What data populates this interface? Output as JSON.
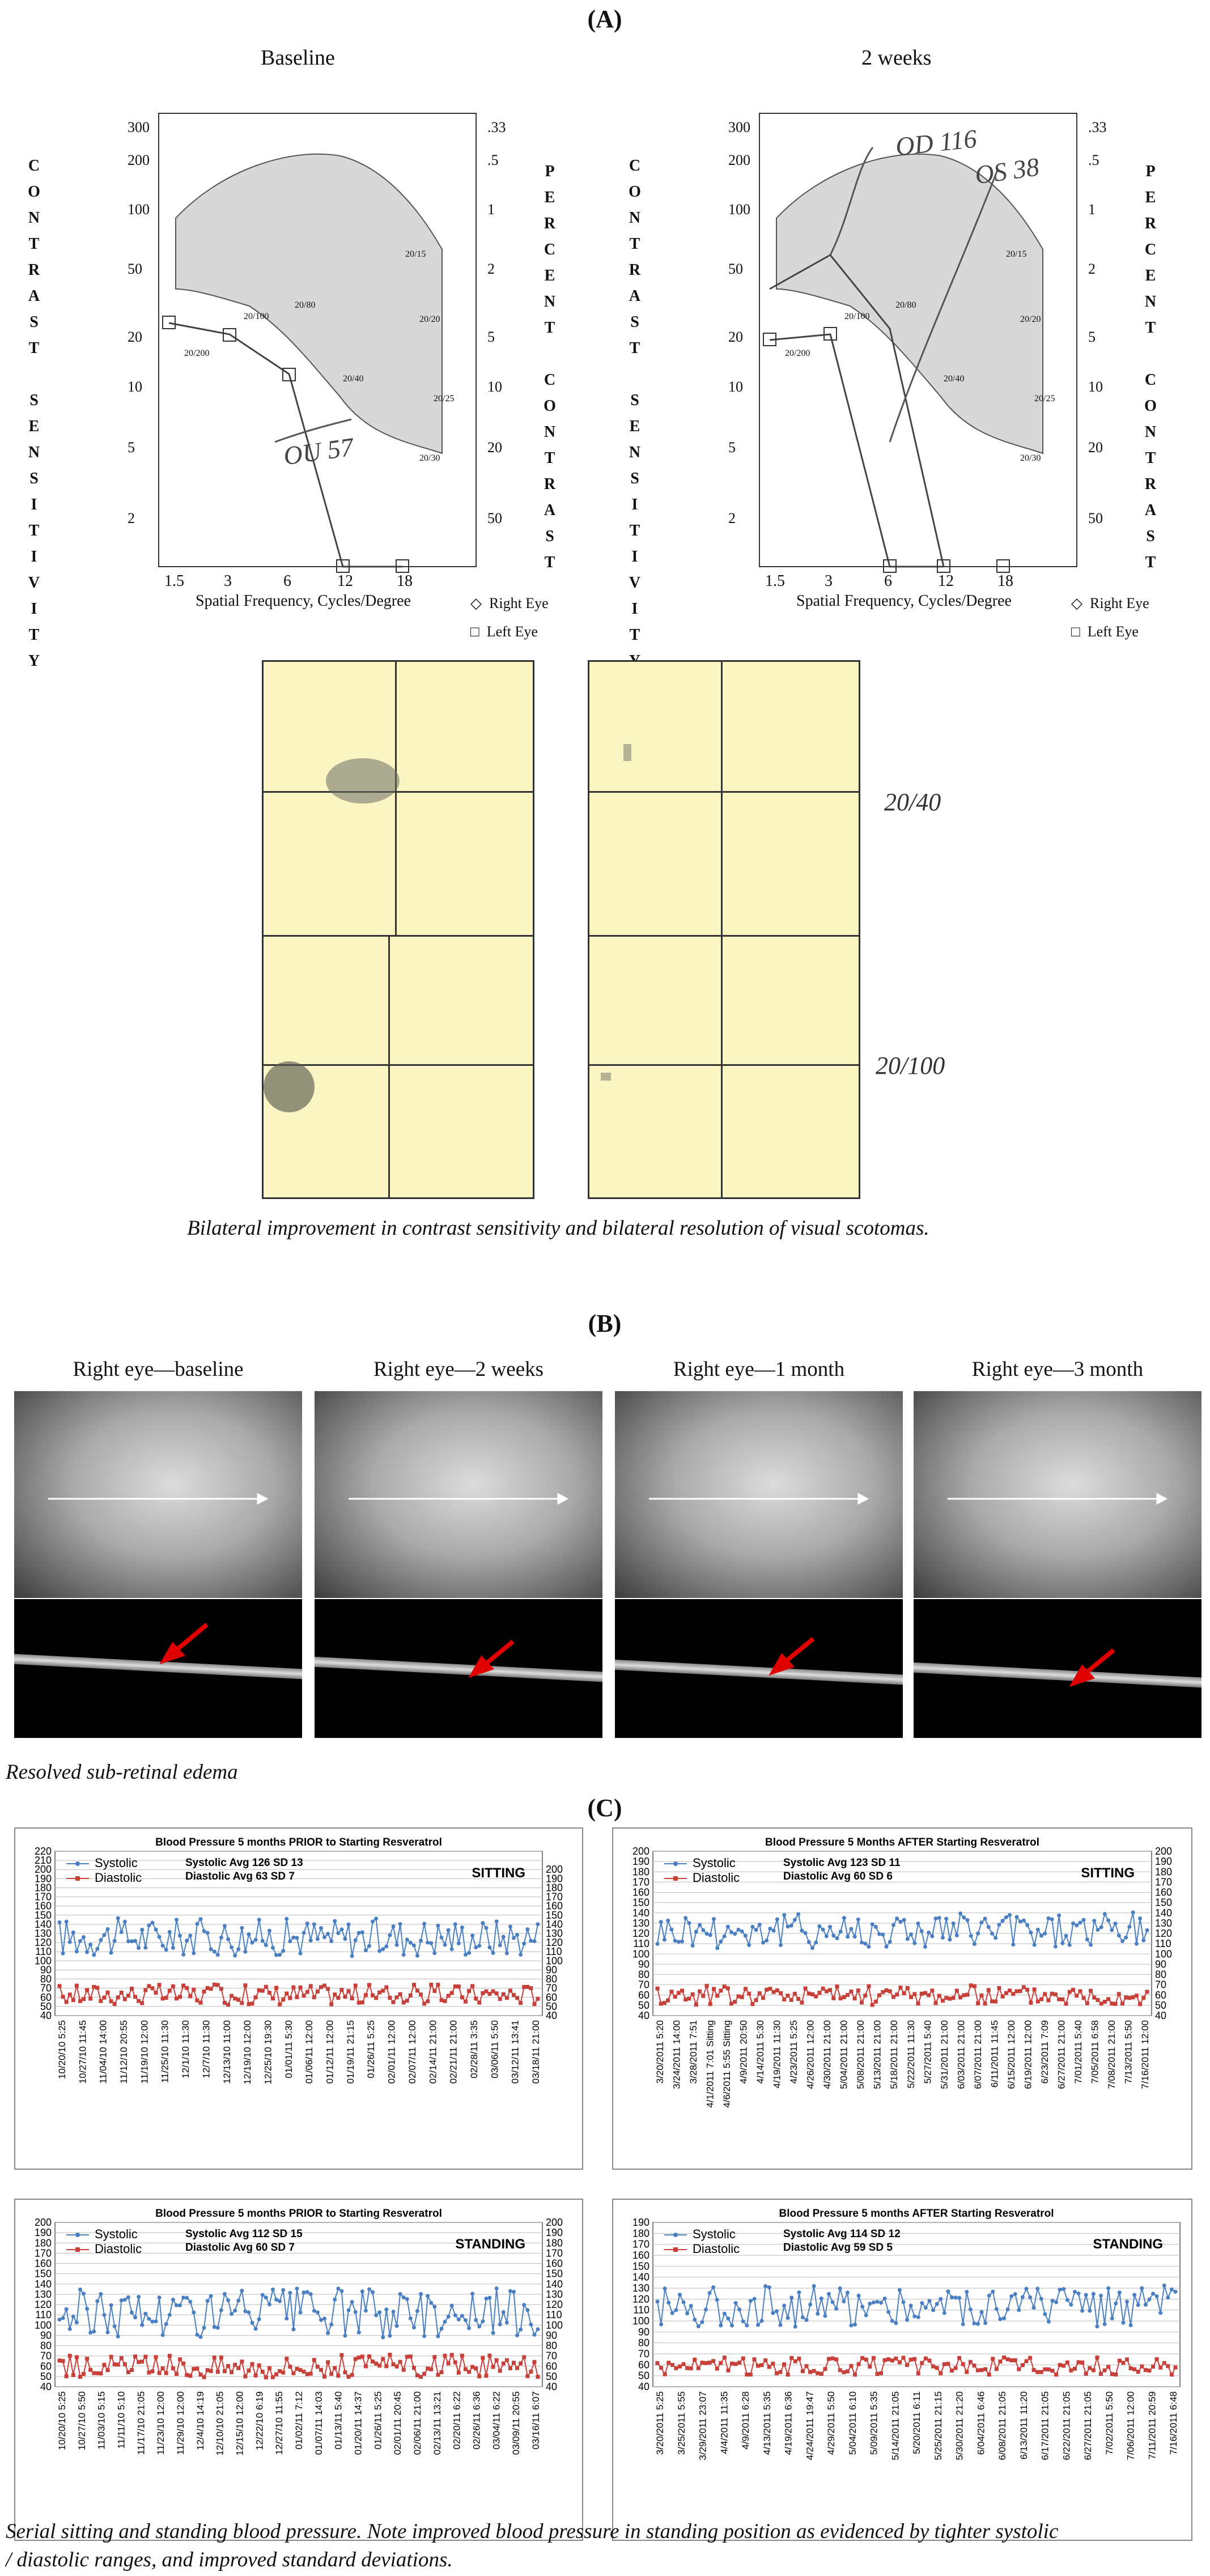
{
  "panel_a": {
    "label": "(A)",
    "baseline_title": "Baseline",
    "two_weeks_title": "2 weeks",
    "left_axis_title": "CONTRAST SENSITIVITY",
    "right_axis_title": "PERCENT CONTRAST",
    "cs_ticks": [
      "300",
      "200",
      "100",
      "50",
      "20",
      "10",
      "5",
      "2"
    ],
    "pc_ticks": [
      ".33",
      ".5",
      "1",
      "2",
      "5",
      "10",
      "20",
      "50"
    ],
    "freq_ticks": [
      "1.5",
      "3",
      "6",
      "12",
      "18"
    ],
    "x_axis_label": "Spatial Frequency, Cycles/Degree",
    "legend_right": "Right Eye",
    "legend_left": "Left Eye",
    "acuity_marks": [
      "20/15",
      "20/20",
      "20/25",
      "20/30",
      "20/40",
      "20/80",
      "20/100",
      "20/200"
    ],
    "handwritten_baseline": "OU 57",
    "handwritten_od": "OD 116",
    "handwritten_os": "OS 38",
    "scotoma_acuity_1": "20/40",
    "scotoma_acuity_2": "20/100",
    "caption": "Bilateral improvement in contrast sensitivity and bilateral resolution of visual scotomas."
  },
  "panel_b": {
    "label": "(B)",
    "titles": [
      "Right eye—baseline",
      "Right eye—2 weeks",
      "Right eye—1 month",
      "Right eye—3 month"
    ],
    "caption": "Resolved sub-retinal edema"
  },
  "panel_c": {
    "label": "(C)",
    "caption_line1": "Serial sitting and standing blood pressure. Note improved blood pressure in standing position as evidenced by tighter systolic",
    "caption_line2": "/ diastolic ranges, and improved standard deviations.",
    "charts": [
      {
        "title": "Blood Pressure 5 months  PRIOR to  Starting Resveratrol",
        "systolic_label": "Systolic",
        "diastolic_label": "Diastolic",
        "systolic_stats": "Systolic Avg 126  SD  13",
        "diastolic_stats": "Diastolic Avg  63  SD  7",
        "position": "SITTING",
        "yticks": [
          "220",
          "210",
          "200",
          "190",
          "180",
          "170",
          "160",
          "150",
          "140",
          "130",
          "120",
          "110",
          "100",
          "90",
          "80",
          "70",
          "60",
          "50",
          "40"
        ],
        "yticks_right": [
          "200",
          "190",
          "180",
          "170",
          "160",
          "150",
          "140",
          "130",
          "120",
          "110",
          "100",
          "90",
          "80",
          "70",
          "60",
          "50",
          "40"
        ],
        "dates": [
          "10/20/10  5:25",
          "10/27/10  11:45",
          "11/04/10  14:00",
          "11/12/10  20:55",
          "11/19/10  12:00",
          "11/25/10  11:30",
          "12/1/10  11:30",
          "12/7/10  11:30",
          "12/13/10  11:00",
          "12/19/10  12:00",
          "12/25/10  19:30",
          "01/01/11  5:30",
          "01/06/11  12:00",
          "01/12/11  12:00",
          "01/19/11  21:15",
          "01/26/11  5:25",
          "02/01/11  12:00",
          "02/07/11  12:00",
          "02/14/11  21:00",
          "02/21/11  21:00",
          "02/28/11  3:35",
          "03/06/11  5:50",
          "03/12/11  13:41",
          "03/18/11  21:00"
        ]
      },
      {
        "title": "Blood Pressure 5 Months AFTER Starting Resveratrol",
        "systolic_label": "Systolic",
        "diastolic_label": "Diastolic",
        "systolic_stats": "Systolic Avg  123  SD 11",
        "diastolic_stats": "Diastolic Avg  60  SD 6",
        "position": "SITTING",
        "yticks": [
          "200",
          "190",
          "180",
          "170",
          "160",
          "150",
          "140",
          "130",
          "120",
          "110",
          "100",
          "90",
          "80",
          "70",
          "60",
          "50",
          "40"
        ],
        "yticks_right": [
          "200",
          "190",
          "180",
          "170",
          "160",
          "150",
          "140",
          "130",
          "120",
          "110",
          "100",
          "90",
          "80",
          "70",
          "60",
          "50",
          "40"
        ],
        "dates": [
          "3/20/2011  5:20",
          "3/24/2011  14:00",
          "3/28/2011  7:51",
          "4/1/2011  7:01 Sitting",
          "4/6/2011  5:55 Sitting",
          "4/9/2011  20:50",
          "4/14/2011  5:30",
          "4/19/2011  11:30",
          "4/23/2011  5:25",
          "4/26/2011  12:00",
          "4/30/2011  21:00",
          "5/04/2011  21:00",
          "5/08/2011  21:00",
          "5/13/2011  21:00",
          "5/18/2011  21:00",
          "5/22/2011  11:30",
          "5/27/2011  5:40",
          "5/31/2011  21:00",
          "6/03/2011  21:00",
          "6/07/2011  21:00",
          "6/11/2011  11:45",
          "6/15/2011  12:00",
          "6/19/2011  12:00",
          "6/23/2011  7:09",
          "6/27/2011  21:00",
          "7/01/2011  5:40",
          "7/05/2011  6:58",
          "7/08/2011  21:00",
          "7/13/2011  5:50",
          "7/16/2011  12:00"
        ]
      },
      {
        "title": "Blood Pressure 5 months  PRIOR to  Starting Resveratrol",
        "systolic_label": "Systolic",
        "diastolic_label": "Diastolic",
        "systolic_stats": "Systolic Avg  112  SD  15",
        "diastolic_stats": "Diastolic Avg  60  SD  7",
        "position": "STANDING",
        "yticks": [
          "200",
          "190",
          "180",
          "170",
          "160",
          "150",
          "140",
          "130",
          "120",
          "110",
          "100",
          "90",
          "80",
          "70",
          "60",
          "50",
          "40"
        ],
        "yticks_right": [
          "200",
          "190",
          "180",
          "170",
          "160",
          "150",
          "140",
          "130",
          "120",
          "110",
          "100",
          "90",
          "80",
          "70",
          "60",
          "50",
          "40"
        ],
        "dates": [
          "10/20/10  5:25",
          "10/27/10  5:50",
          "11/03/10  5:15",
          "11/11/10  5:10",
          "11/17/10  21:05",
          "11/23/10  12:00",
          "11/29/10  12:00",
          "12/4/10  14:19",
          "12/10/10  21:05",
          "12/15/10  12:00",
          "12/22/10  6:19",
          "12/27/10  11:55",
          "01/02/11  7:12",
          "01/07/11  14:03",
          "01/13/11  5:40",
          "01/20/11  14:37",
          "01/26/11  5:25",
          "02/01/11  20:45",
          "02/06/11  21:00",
          "02/13/11  13:21",
          "02/20/11  6:22",
          "02/26/11  6:36",
          "03/04/11  6:22",
          "03/09/11  20:55",
          "03/16/11  6:07"
        ]
      },
      {
        "title": "Blood Pressure 5 months  AFTER Starting Resveratrol",
        "systolic_label": "Systolic",
        "diastolic_label": "Diastolic",
        "systolic_stats": "Systolic Avg  114  SD  12",
        "diastolic_stats": "Diastolic Avg  59  SD  5",
        "position": "STANDING",
        "yticks": [
          "190",
          "180",
          "170",
          "160",
          "150",
          "140",
          "130",
          "120",
          "110",
          "100",
          "90",
          "80",
          "70",
          "60",
          "50",
          "40"
        ],
        "yticks_right": [],
        "dates": [
          "3/20/2011  5:25",
          "3/25/2011  5:55",
          "3/29/2011  23:07",
          "4/4/2011  11:35",
          "4/9/2011  6:28",
          "4/13/2011  5:35",
          "4/19/2011  6:36",
          "4/24/2011  19:47",
          "4/29/2011  5:50",
          "5/04/2011  6:10",
          "5/09/2011  5:35",
          "5/14/2011  21:05",
          "5/20/2011  6:11",
          "5/25/2011  21:15",
          "5/30/2011  21:20",
          "6/04/2011  6:46",
          "6/08/2011  21:05",
          "6/13/2011  11:20",
          "6/17/2011  21:05",
          "6/22/2011  21:05",
          "6/27/2011  21:05",
          "7/02/2011  5:50",
          "7/06/2011  12:00",
          "7/11/2011  20:59",
          "7/16/2011  6:48"
        ]
      }
    ]
  },
  "colors": {
    "systolic": "#4a7fc1",
    "diastolic": "#c8403a",
    "scotoma_bg": "#fbf5c4"
  }
}
